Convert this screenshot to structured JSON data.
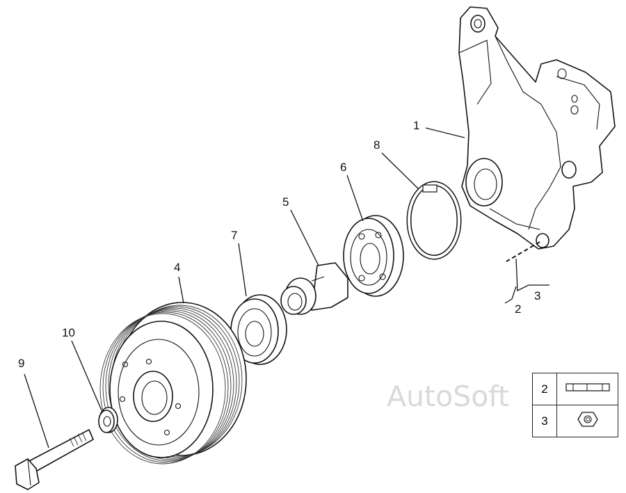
{
  "callouts": {
    "c1": "1",
    "c2": "2",
    "c3": "3",
    "c4": "4",
    "c5": "5",
    "c6": "6",
    "c7": "7",
    "c8": "8",
    "c9": "9",
    "c10": "10"
  },
  "watermark": "AutoSoft",
  "legend": {
    "rows": [
      {
        "number": "2",
        "icon": "stud-icon"
      },
      {
        "number": "3",
        "icon": "nut-icon"
      }
    ]
  }
}
